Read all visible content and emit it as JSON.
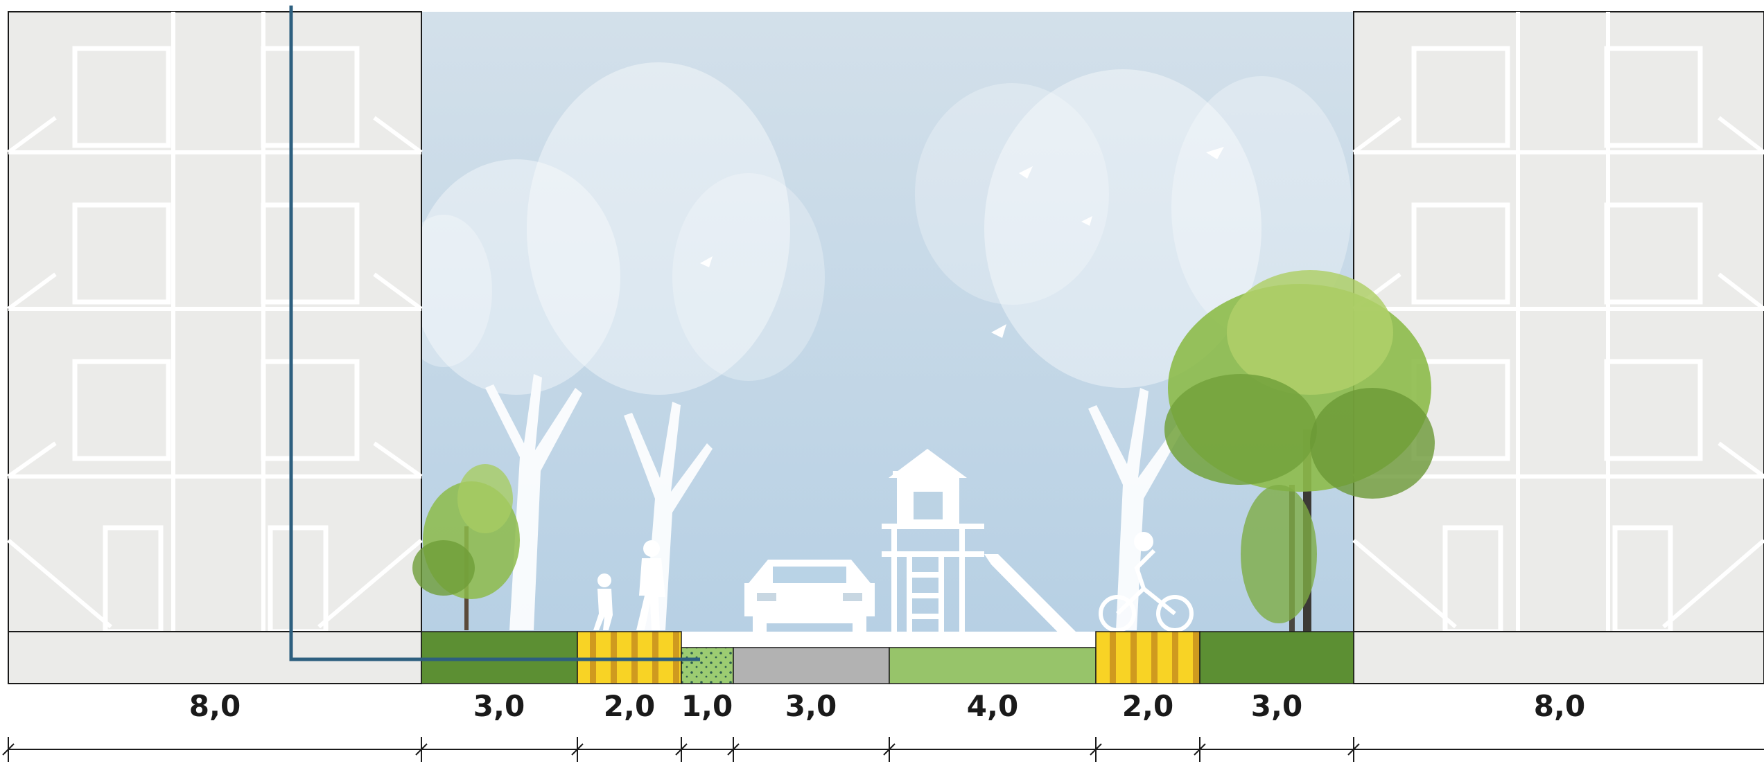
{
  "dimensions": {
    "left_building": "8,0",
    "left_green": "3,0",
    "left_tactile": "2,0",
    "planting_strip": "1,0",
    "roadway": "3,0",
    "central_green": "4,0",
    "right_tactile": "2,0",
    "right_green": "3,0",
    "right_building": "8,0"
  },
  "colors": {
    "building": "#ebebe9",
    "sky_top": "#cddbe6",
    "sky_bottom": "#b9d3e6",
    "dark_green": "#5c8f33",
    "light_green": "#97c46a",
    "tactile_yellow": "#f8d325",
    "tactile_stripe": "#cf9a1f",
    "road_gray": "#b2b2b2",
    "utility_line": "#2d5f7f",
    "tree_green": "#8dbb4a"
  }
}
